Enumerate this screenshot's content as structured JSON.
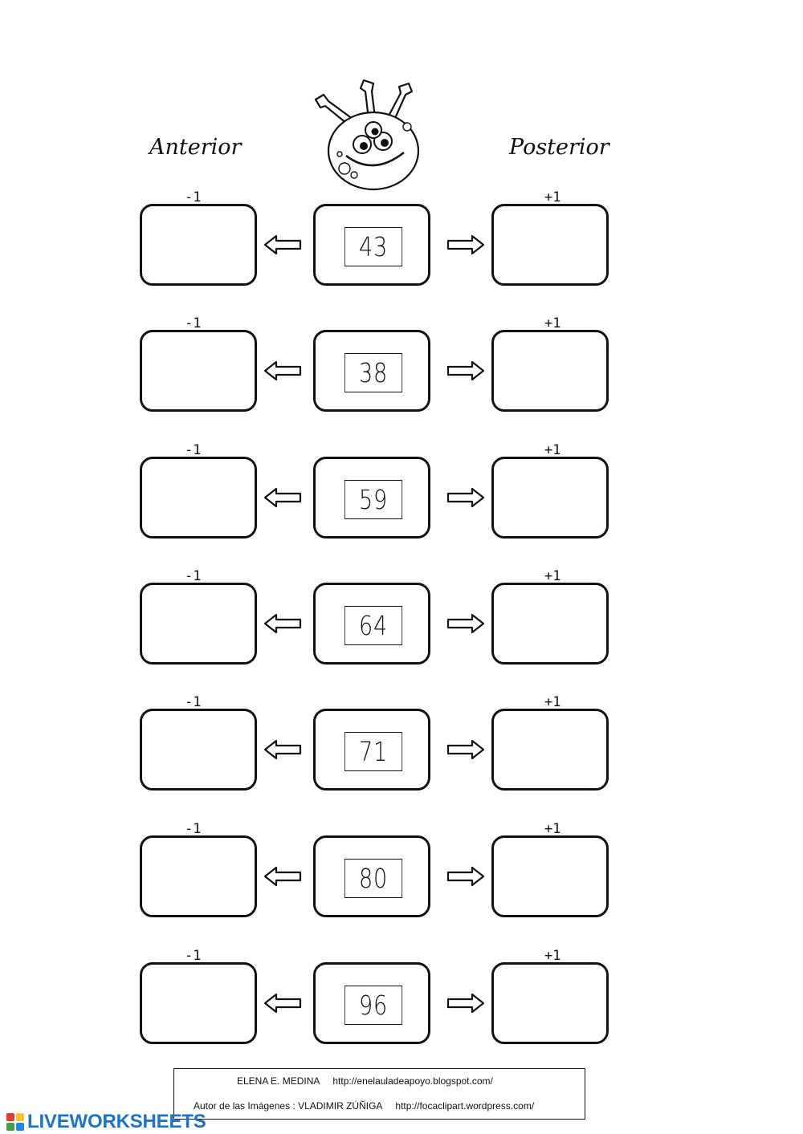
{
  "header": {
    "left_label": "Anterior",
    "right_label": "Posterior"
  },
  "icons": {
    "mascot": "alien-mascot-icon",
    "left_arrow": "arrow-left-icon",
    "right_arrow": "arrow-right-icon",
    "brand": "liveworksheets-logo-icon"
  },
  "rows": [
    {
      "minus": "-1",
      "plus": "+1",
      "number": "43"
    },
    {
      "minus": "-1",
      "plus": "+1",
      "number": "38"
    },
    {
      "minus": "-1",
      "plus": "+1",
      "number": "59"
    },
    {
      "minus": "-1",
      "plus": "+1",
      "number": "64"
    },
    {
      "minus": "-1",
      "plus": "+1",
      "number": "71"
    },
    {
      "minus": "-1",
      "plus": "+1",
      "number": "80"
    },
    {
      "minus": "-1",
      "plus": "+1",
      "number": "96"
    }
  ],
  "footer": {
    "line1": "ELENA E. MEDINA     http://enelauladeapoyo.blogspot.com/",
    "line2": "Autor de las Imágenes : VLADIMIR ZÚÑIGA     http://focaclipart.wordpress.com/",
    "brand": "LIVEWORKSHEETS"
  }
}
